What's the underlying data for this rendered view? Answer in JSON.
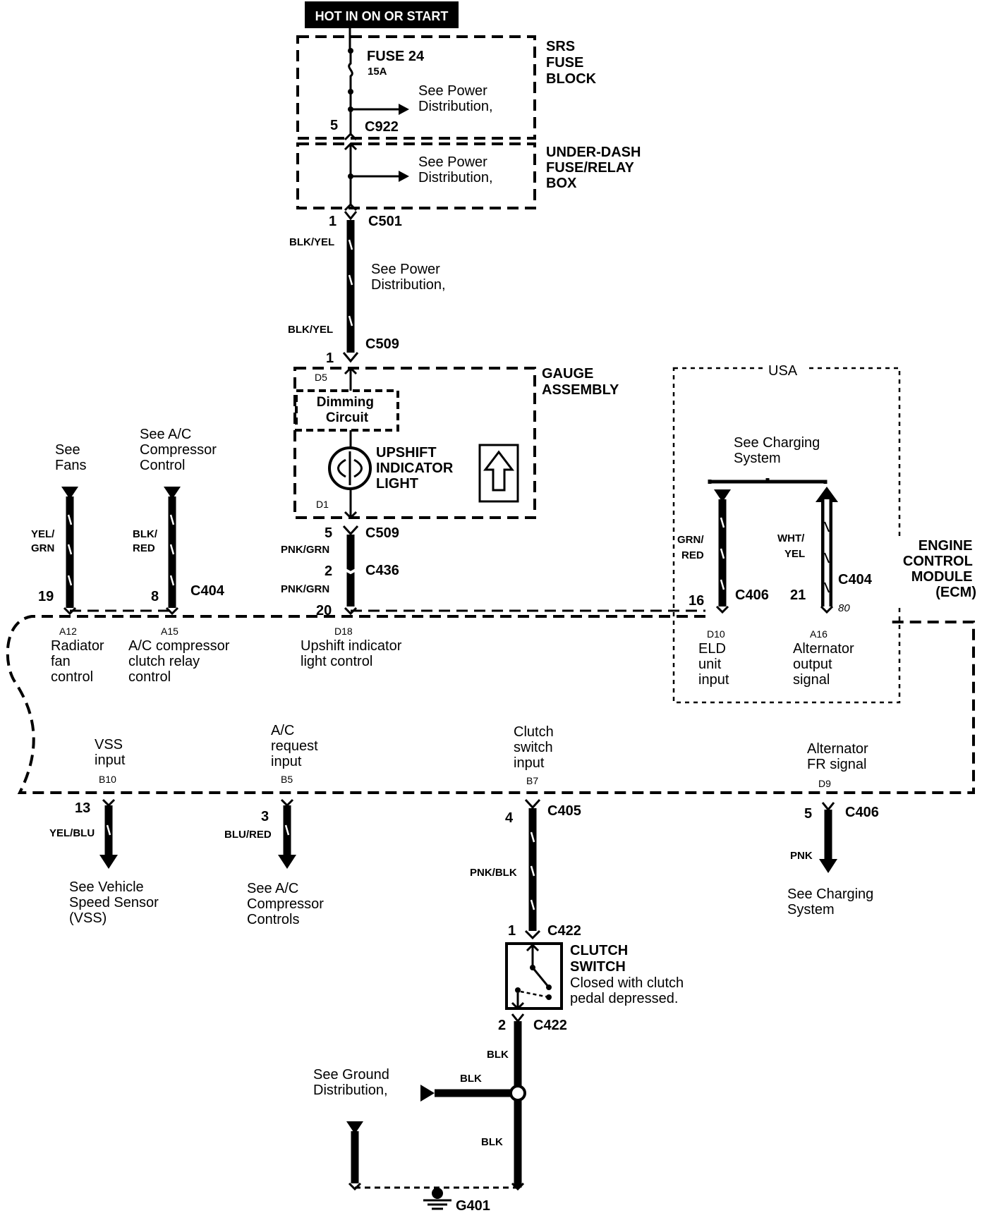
{
  "header": {
    "power_label": "HOT IN ON OR START"
  },
  "srs_fuse_block": {
    "name_lines": [
      "SRS",
      "FUSE",
      "BLOCK"
    ],
    "fuse_name": "FUSE 24",
    "fuse_rating": "15A",
    "see_power_lines": [
      "See Power",
      "Distribution,"
    ],
    "pin": "5",
    "connector": "C922"
  },
  "under_dash_box": {
    "name_lines": [
      "UNDER-DASH",
      "FUSE/RELAY",
      "BOX"
    ],
    "see_power_lines": [
      "See Power",
      "Distribution,"
    ],
    "pin": "1",
    "connector": "C501"
  },
  "main_feed": {
    "wire_color_upper": "BLK/YEL",
    "see_power_lines": [
      "See Power",
      "Distribution,"
    ],
    "wire_color_lower": "BLK/YEL",
    "pin": "1",
    "connector": "C509"
  },
  "gauge_assembly": {
    "name_lines": [
      "GAUGE",
      "ASSEMBLY"
    ],
    "d5": "D5",
    "dimming_lines": [
      "Dimming",
      "Circuit"
    ],
    "light_lines": [
      "UPSHIFT",
      "INDICATOR",
      "LIGHT"
    ],
    "d1": "D1",
    "out_pin": "5",
    "out_connector": "C509",
    "wire_color_1": "PNK/GRN",
    "mid_pin": "2",
    "mid_connector": "C436",
    "wire_color_2": "PNK/GRN",
    "ecm_pin": "20"
  },
  "left_inputs": {
    "fans_lines": [
      "See",
      "Fans"
    ],
    "fans_wire_lines": [
      "YEL/",
      "GRN"
    ],
    "fans_pin": "19",
    "ac_lines": [
      "See A/C",
      "Compressor",
      "Control"
    ],
    "ac_wire_lines": [
      "BLK/",
      "RED"
    ],
    "ac_pin": "8",
    "connector": "C404"
  },
  "usa_box": {
    "label": "USA",
    "charging_lines": [
      "See Charging",
      "System"
    ],
    "eld_wire_lines": [
      "GRN/",
      "RED"
    ],
    "eld_pin": "16",
    "eld_connector": "C406",
    "alt_wire_lines": [
      "WHT/",
      "YEL"
    ],
    "alt_pin": "21",
    "alt_connector": "C404",
    "alt_note": "80"
  },
  "ecm": {
    "name_lines": [
      "ENGINE",
      "CONTROL",
      "MODULE",
      "(ECM)"
    ],
    "terminals_top": [
      {
        "id": "A12",
        "lines": [
          "Radiator",
          "fan",
          "control"
        ]
      },
      {
        "id": "A15",
        "lines": [
          "A/C compressor",
          "clutch relay",
          "control"
        ]
      },
      {
        "id": "D18",
        "lines": [
          "Upshift indicator",
          "light control"
        ]
      },
      {
        "id": "D10",
        "lines": [
          "ELD",
          "unit",
          "input"
        ]
      },
      {
        "id": "A16",
        "lines": [
          "Alternator",
          "output",
          "signal"
        ]
      }
    ],
    "terminals_bottom": [
      {
        "id": "B10",
        "lines": [
          "VSS",
          "input"
        ]
      },
      {
        "id": "B5",
        "lines": [
          "A/C",
          "request",
          "input"
        ]
      },
      {
        "id": "B7",
        "lines": [
          "Clutch",
          "switch",
          "input"
        ]
      },
      {
        "id": "D9",
        "lines": [
          "Alternator",
          "FR signal"
        ]
      }
    ]
  },
  "bottom_outputs": {
    "vss": {
      "pin": "13",
      "wire": "YEL/BLU",
      "lines": [
        "See Vehicle",
        "Speed  Sensor",
        "(VSS)"
      ]
    },
    "ac": {
      "pin": "3",
      "wire": "BLU/RED",
      "lines": [
        "See A/C",
        "Compressor",
        "Controls"
      ]
    },
    "clutch": {
      "pin": "4",
      "connector": "C405",
      "wire": "PNK/BLK",
      "pin2": "1",
      "connector2": "C422"
    },
    "charging": {
      "pin": "5",
      "connector": "C406",
      "wire": "PNK",
      "lines": [
        "See Charging",
        "System"
      ]
    }
  },
  "clutch_switch": {
    "name_lines": [
      "CLUTCH",
      "SWITCH"
    ],
    "desc_lines": [
      "Closed with clutch",
      "pedal depressed."
    ],
    "out_pin": "2",
    "out_connector": "C422",
    "wire_1": "BLK",
    "ground_lines": [
      "See Ground",
      "Distribution,"
    ],
    "wire_2": "BLK",
    "wire_3": "BLK",
    "ground_point": "G401"
  }
}
